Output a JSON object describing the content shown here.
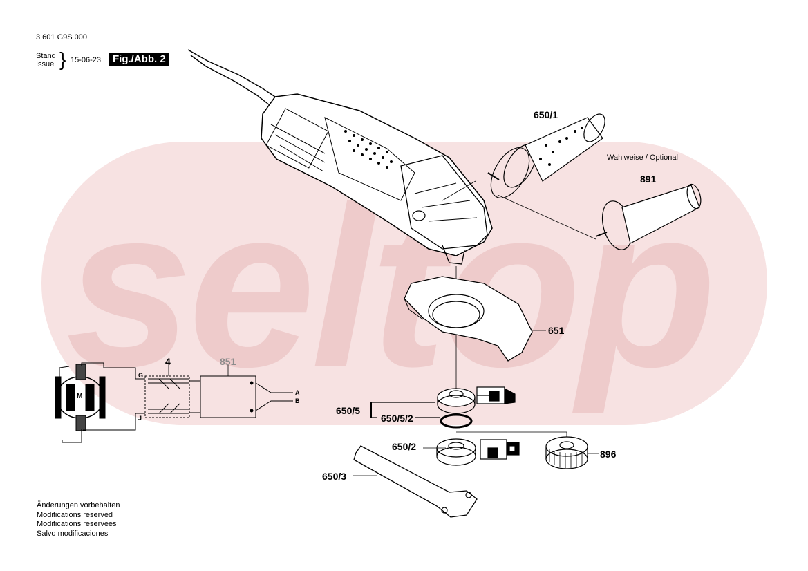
{
  "header": {
    "part_number": "3 601 G9S 000",
    "stand_label": "Stand",
    "issue_label": "Issue",
    "date": "15-06-23",
    "figure_label": "Fig./Abb. 2"
  },
  "watermark": {
    "text": "seltop",
    "color": "#f7e2e2"
  },
  "optional_note": "Wahlweise / Optional",
  "parts": {
    "p650_1": "650/1",
    "p891": "891",
    "p651": "651",
    "p650_5": "650/5",
    "p650_5_2": "650/5/2",
    "p650_2": "650/2",
    "p896": "896",
    "p650_3": "650/3",
    "p4": "4",
    "p851": "851"
  },
  "wiring": {
    "motor_label": "M",
    "terminal_g": "G",
    "terminal_j": "J",
    "terminal_a": "A",
    "terminal_b": "B"
  },
  "footer": {
    "lines": [
      "Änderungen vorbehalten",
      "Modifications reserved",
      "Modifications reservees",
      "Salvo modificaciones"
    ]
  }
}
